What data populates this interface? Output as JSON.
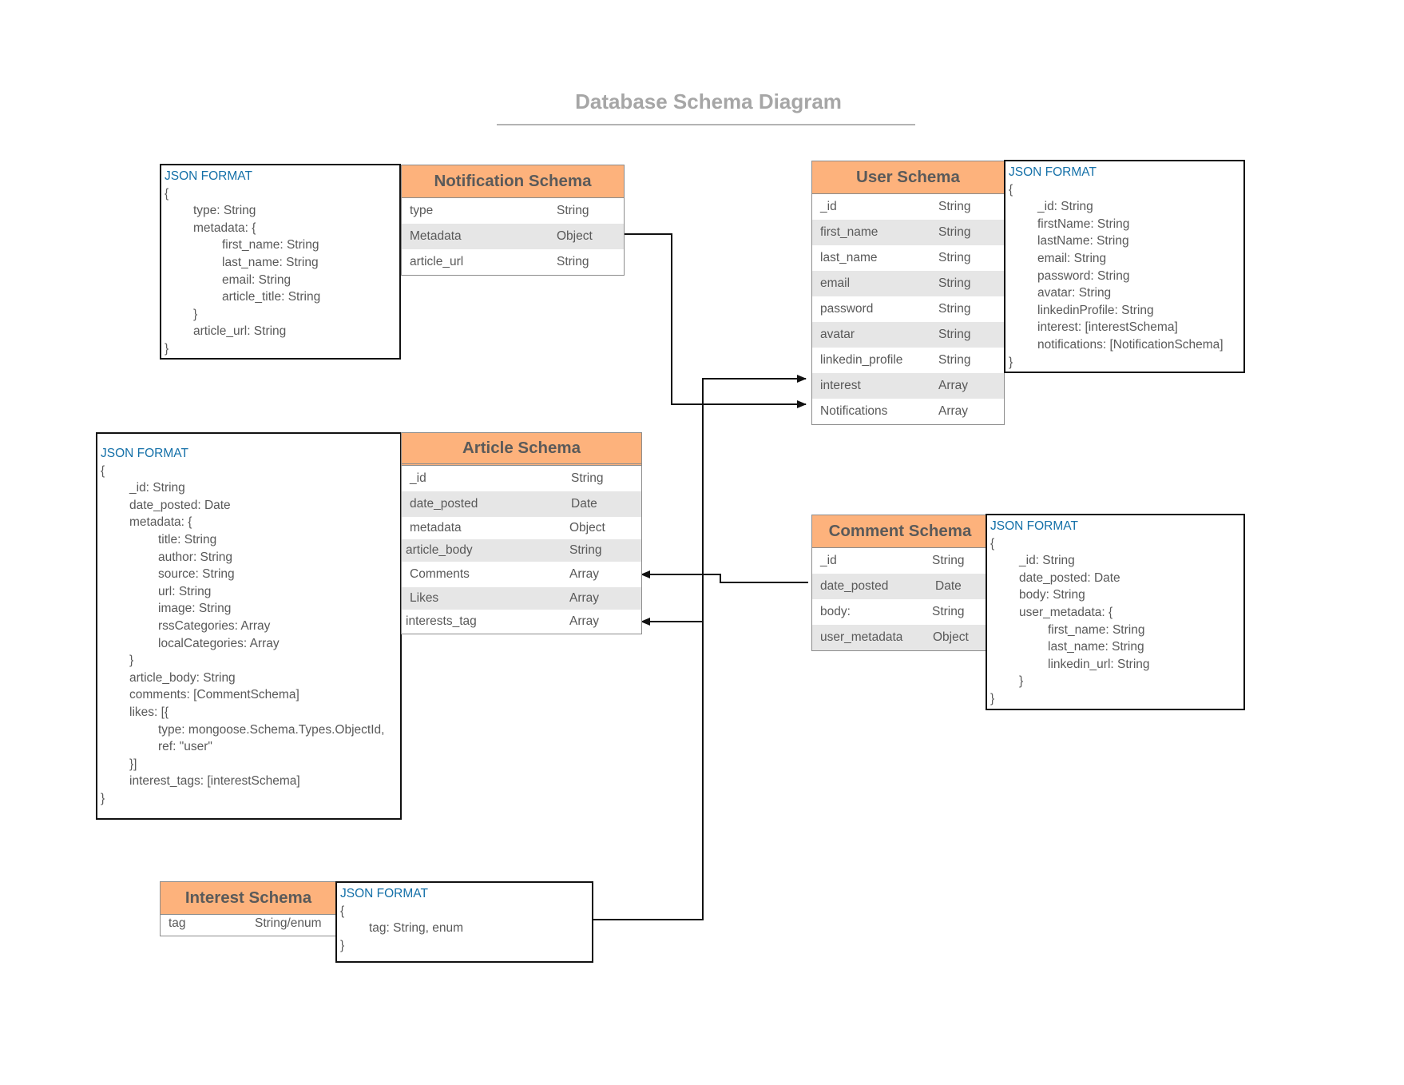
{
  "title": "Database Schema Diagram",
  "json_label": "JSON FORMAT",
  "notification": {
    "name": "Notification Schema",
    "fields": [
      {
        "name": "type",
        "type": "String"
      },
      {
        "name": "Metadata",
        "type": "Object"
      },
      {
        "name": "article_url",
        "type": "String"
      }
    ],
    "json": [
      "{",
      "type: String",
      "metadata: {",
      "first_name: String",
      "last_name: String",
      "email: String",
      "article_title: String",
      "}",
      "article_url: String",
      "}"
    ]
  },
  "user": {
    "name": "User Schema",
    "fields": [
      {
        "name": "_id",
        "type": "String"
      },
      {
        "name": "first_name",
        "type": "String"
      },
      {
        "name": "last_name",
        "type": "String"
      },
      {
        "name": "email",
        "type": "String"
      },
      {
        "name": "password",
        "type": "String"
      },
      {
        "name": "avatar",
        "type": "String"
      },
      {
        "name": "linkedin_profile",
        "type": "String"
      },
      {
        "name": "interest",
        "type": "Array"
      },
      {
        "name": "Notifications",
        "type": "Array"
      }
    ],
    "json": [
      "{",
      "_id: String",
      "firstName: String",
      "lastName: String",
      "email: String",
      "password: String",
      "avatar: String",
      "linkedinProfile: String",
      "interest: [interestSchema]",
      "notifications: [NotificationSchema]",
      "}"
    ]
  },
  "article": {
    "name": "Article Schema",
    "fields": [
      {
        "name": "_id",
        "type": "String"
      },
      {
        "name": "date_posted",
        "type": "Date"
      },
      {
        "name": "metadata",
        "type": "Object"
      },
      {
        "name": "article_body",
        "type": "String"
      },
      {
        "name": "Comments",
        "type": "Array"
      },
      {
        "name": "Likes",
        "type": "Array"
      },
      {
        "name": "interests_tag",
        "type": "Array"
      }
    ],
    "json": [
      "{",
      "_id: String",
      "date_posted: Date",
      "metadata: {",
      "title: String",
      "author: String",
      "source: String",
      "url: String",
      "image: String",
      "rssCategories: Array",
      "localCategories: Array",
      "}",
      "article_body: String",
      "comments: [CommentSchema]",
      "likes: [{",
      "type: mongoose.Schema.Types.ObjectId,",
      "ref: \"user\"",
      "}]",
      "interest_tags: [interestSchema]",
      "}"
    ]
  },
  "comment": {
    "name": "Comment Schema",
    "fields": [
      {
        "name": "_id",
        "type": "String"
      },
      {
        "name": "date_posted",
        "type": "Date"
      },
      {
        "name": "body:",
        "type": "String"
      },
      {
        "name": "user_metadata",
        "type": "Object"
      }
    ],
    "json": [
      "{",
      "_id: String",
      "date_posted: Date",
      "body: String",
      "user_metadata: {",
      "first_name: String",
      "last_name: String",
      "linkedin_url: String",
      "}",
      "}"
    ]
  },
  "interest": {
    "name": "Interest Schema",
    "fields": [
      {
        "name": "tag",
        "type": "String/enum"
      }
    ],
    "json": [
      "{",
      "tag: String, enum",
      "}"
    ]
  }
}
